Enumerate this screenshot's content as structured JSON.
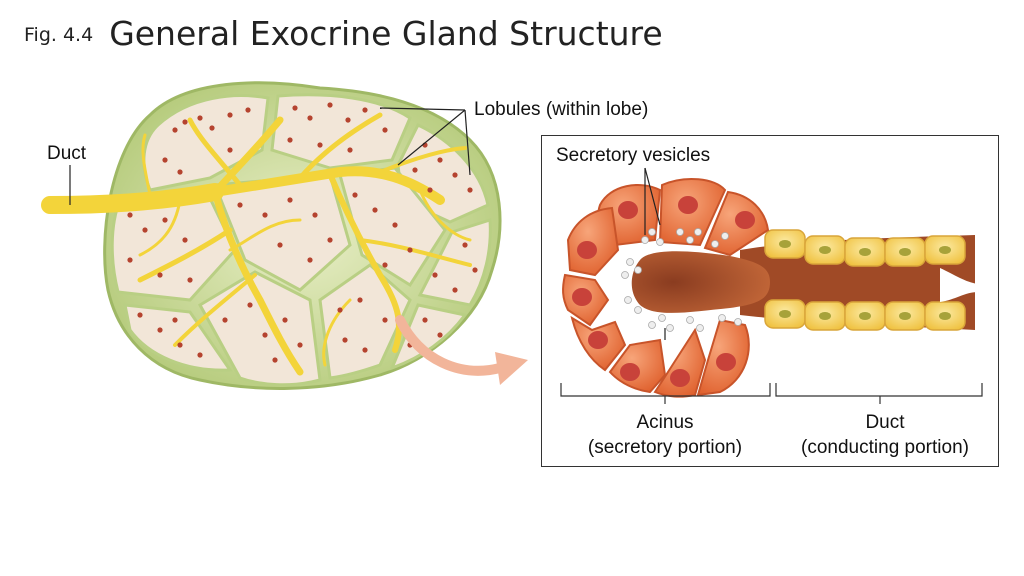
{
  "figure": {
    "number": "Fig. 4.4",
    "title": "General Exocrine Gland Structure"
  },
  "labels": {
    "duct_left": "Duct",
    "lobules": "Lobules (within lobe)",
    "secretory_vesicles": "Secretory vesicles",
    "acinus_line1": "Acinus",
    "acinus_line2": "(secretory portion)",
    "duct_right_line1": "Duct",
    "duct_right_line2": "(conducting portion)"
  },
  "colors": {
    "lobe_outer": "#c9d89a",
    "lobule_fill": "#f2e6d8",
    "duct_yellow": "#f5d731",
    "acinus_orange": "#ec7a4a",
    "acinus_nucleus": "#c8423a",
    "duct_cell": "#f3c94e",
    "duct_nucleus": "#a8a838",
    "arrow": "#f2b59a"
  }
}
